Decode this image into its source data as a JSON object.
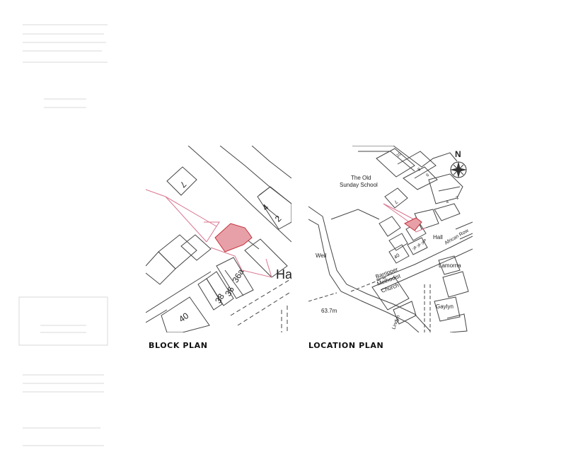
{
  "block_plan": {
    "caption": "BLOCK PLAN",
    "labels": {
      "house_7": "7",
      "house_4": "4",
      "house_2": "2",
      "house_36a": "36a",
      "house_36": "36",
      "house_38": "38",
      "house_40": "40",
      "street_fragment": "Ha"
    },
    "colors": {
      "boundary": "#d9748f",
      "site_fill": "#e8a0a8",
      "site_stroke": "#c0303a",
      "ink": "#444444"
    }
  },
  "location_plan": {
    "caption": "LOCATION PLAN",
    "labels": {
      "old_sunday_school_1": "The Old",
      "old_sunday_school_2": "Sunday School",
      "hall": "Hall",
      "well": "Well",
      "church_1": "Barripper",
      "church_2": "Methodist",
      "church_3": "Church",
      "spot_height": "63.7m",
      "lamorna": "Lamorna",
      "gaylyn": "Gaylyn",
      "african_row": "African Row",
      "lindyn": "Lindyn",
      "house_7": "7",
      "house_40": "40",
      "house_36a": "36a",
      "house_36": "36",
      "house_38": "38",
      "house_10": "10",
      "house_8": "8",
      "house_6": "6",
      "house_4": "4",
      "house_2": "2",
      "north": "N"
    },
    "icons": {
      "compass": "north-arrow-compass-icon"
    }
  }
}
